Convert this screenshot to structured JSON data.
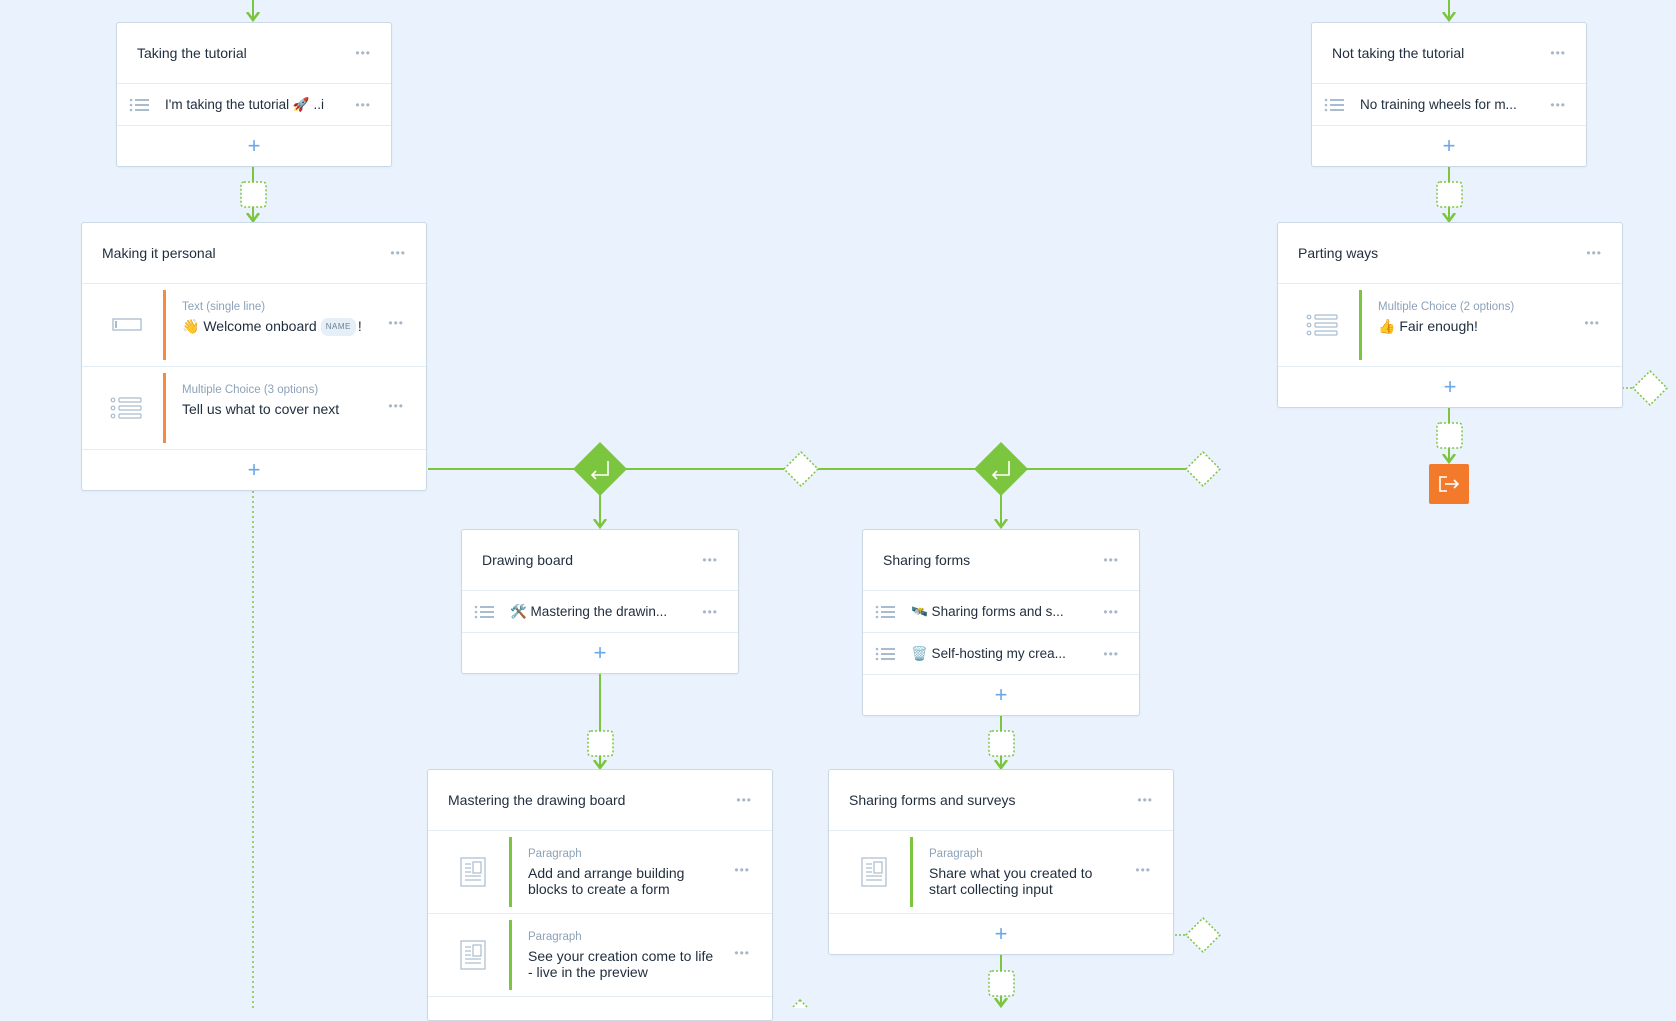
{
  "colors": {
    "canvas": "#eaf3fd",
    "connector": "#7cc53f",
    "orange_accent": "#f58b3e",
    "green_accent": "#7cc53f",
    "exit_button": "#f47a2b",
    "add_plus": "#6aa8e6"
  },
  "icons": {
    "menu": "more-dots-icon",
    "list": "list-icon",
    "text": "text-field-icon",
    "paragraph": "paragraph-icon",
    "add": "plus-icon",
    "branch": "branch-return-icon",
    "exit": "exit-icon"
  },
  "common": {
    "menu_label": "•••",
    "add_label": "+"
  },
  "groups": {
    "taking_tutorial": {
      "title": "Taking the tutorial",
      "items": [
        "I'm taking the tutorial 🚀 ..i"
      ]
    },
    "not_taking_tutorial": {
      "title": "Not taking the tutorial",
      "items": [
        "No training wheels for m..."
      ]
    },
    "making_it_personal": {
      "title": "Making it personal",
      "questions": [
        {
          "type": "Text (single line)",
          "emoji": "👋",
          "label": "Welcome onboard",
          "badge": "NAME",
          "suffix": "!"
        },
        {
          "type": "Multiple Choice (3 options)",
          "label": "Tell us what to cover next"
        }
      ]
    },
    "parting_ways": {
      "title": "Parting ways",
      "questions": [
        {
          "type": "Multiple Choice (2 options)",
          "emoji": "👍",
          "label": "Fair enough!"
        }
      ]
    },
    "drawing_board": {
      "title": "Drawing board",
      "items": [
        "🛠️ Mastering the drawin..."
      ]
    },
    "sharing_forms": {
      "title": "Sharing forms",
      "items": [
        "🛰️ Sharing forms and s...",
        "🗑️ Self-hosting my crea..."
      ]
    },
    "mastering_drawing_board": {
      "title": "Mastering the drawing board",
      "questions": [
        {
          "type": "Paragraph",
          "line1": "Add and arrange building",
          "line2": "blocks to create a form"
        },
        {
          "type": "Paragraph",
          "line1": "See your creation come to life",
          "line2": "- live in the preview"
        }
      ]
    },
    "sharing_forms_surveys": {
      "title": "Sharing forms and surveys",
      "questions": [
        {
          "type": "Paragraph",
          "line1": "Share what you created to",
          "line2": "start collecting input"
        }
      ]
    }
  }
}
